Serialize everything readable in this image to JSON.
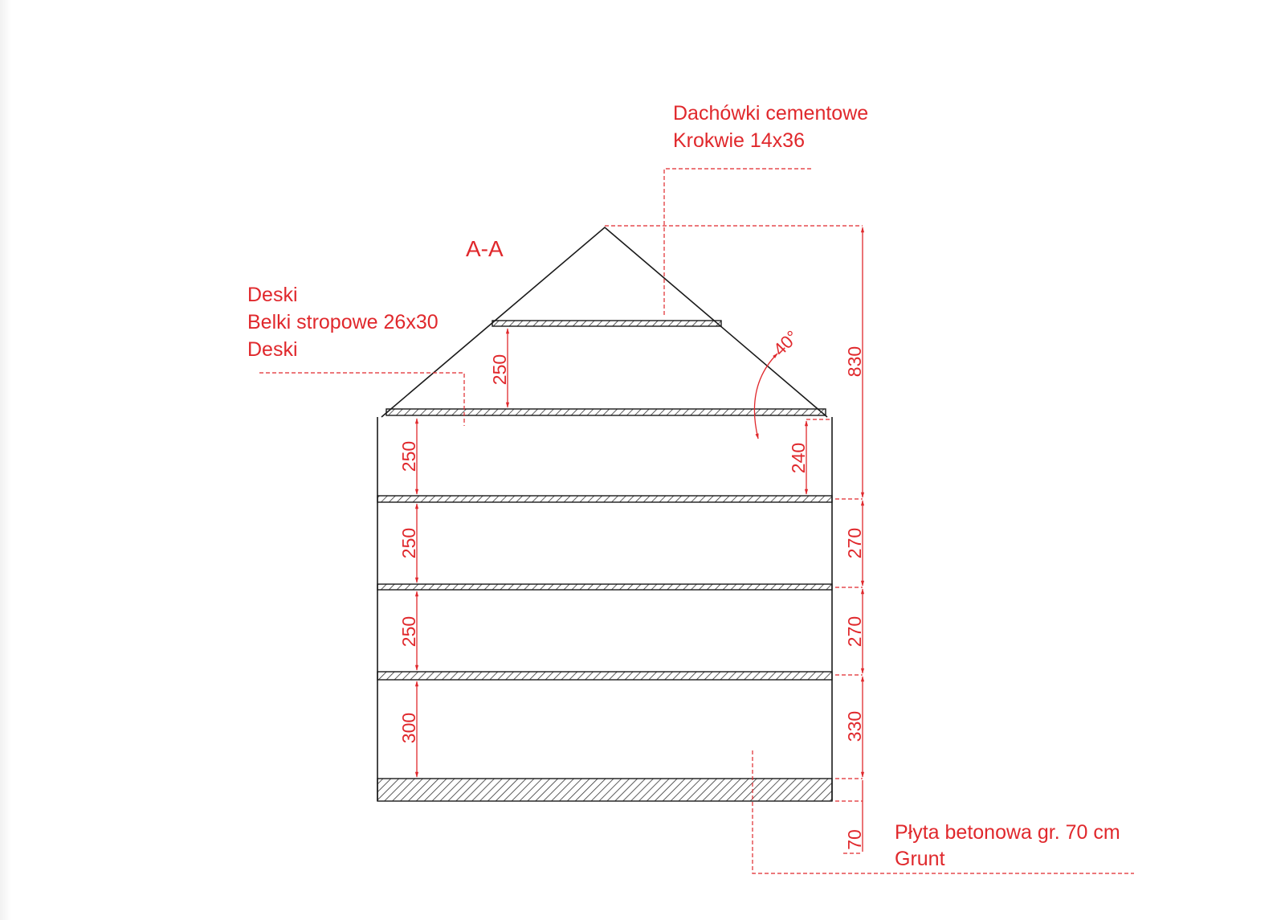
{
  "section_label": "A-A",
  "notes": {
    "roof": [
      "Dachówki cementowe",
      "Krokwie 14x36"
    ],
    "floor": [
      "Deski",
      "Belki stropowe 26x30",
      "Deski"
    ],
    "foundation": [
      "Płyta betonowa gr. 70 cm",
      "Grunt"
    ]
  },
  "angle_label": "40°",
  "dimensions": {
    "attic_clear": "250",
    "gable_height": "240",
    "roof_total": "830",
    "floor_clear": [
      "250",
      "250",
      "250",
      "300"
    ],
    "storey": [
      "270",
      "270",
      "330"
    ],
    "slab": "70"
  },
  "colors": {
    "annotation": "#e0282c",
    "structure": "#1a1a1a",
    "hatch": "#333333"
  }
}
